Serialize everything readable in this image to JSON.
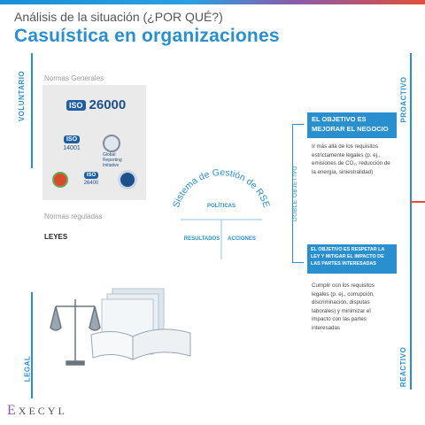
{
  "header": {
    "subtitle": "Análisis de la situación (¿POR QUÉ?)",
    "title": "Casuística en organizaciones"
  },
  "axis": {
    "voluntario": "VOLUNTARIO",
    "legal": "LEGAL",
    "proactivo": "PROACTIVO",
    "reactivo": "REACTIVO",
    "doble_objetivo": "DOBLE OBJETIVO"
  },
  "left": {
    "normas_generales": "Normas Generales",
    "iso_badge": "ISO",
    "iso_main": "26000",
    "logos": [
      {
        "top": "ISO",
        "bottom": "14001"
      },
      {
        "top": "Global Reporting Initiative",
        "bottom": ""
      },
      {
        "top": "",
        "bottom": ""
      },
      {
        "top": "ISO",
        "bottom": "26400"
      },
      {
        "top": "",
        "bottom": ""
      }
    ],
    "normas_reguladas": "Normas reguladas",
    "leyes": "LEYES"
  },
  "circle": {
    "arc_text": "Sistema de Gestión de RSE",
    "politicas": "POLÍTICAS",
    "resultados": "RESULTADOS",
    "acciones": "ACCIONES"
  },
  "right": {
    "box1_title_1": "EL OBJETIVO ES",
    "box1_title_2": "MEJORAR EL NEGOCIO",
    "box1_text": "Ir más allá de los requisitos estrictamente legales (p. ej., emisiones de CO₂, reducción de la energía, siniestralidad)",
    "box2_title_1": "EL OBJETIVO ES RESPETAR LA",
    "box2_title_2": "LEY Y MITIGAR EL IMPACTO DE",
    "box2_title_3": "LAS PARTES INTERESADAS",
    "box2_text": "Cumplir con los requisitos legales (p. ej., corrupción, discriminación, disputas laborales) y minimizar el impacto con las partes interesadas"
  },
  "footer": {
    "logo_e": "E",
    "logo_rest": "XECYL"
  },
  "colors": {
    "accent": "#2a8fce",
    "dark_blue": "#1d4f8c",
    "red": "#e0503a",
    "purple": "#8c5aa8"
  }
}
